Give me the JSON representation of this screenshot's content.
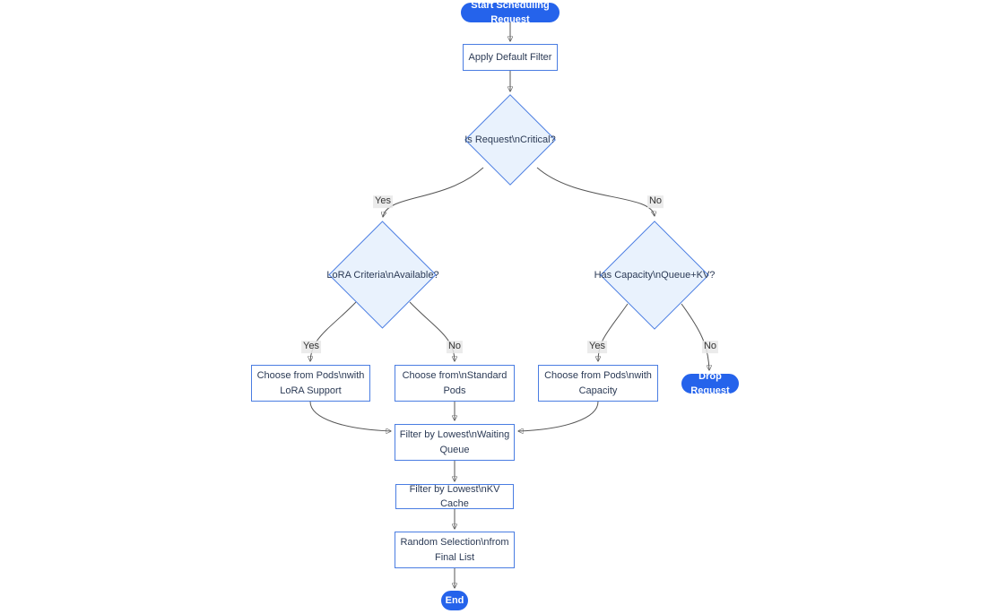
{
  "nodes": {
    "start": {
      "label": "Start Scheduling Request",
      "type": "pill"
    },
    "apply_filter": {
      "label": "Apply Default Filter",
      "type": "rect"
    },
    "is_critical": {
      "label": "Is Request\\nCritical?",
      "type": "diamond"
    },
    "lora_criteria": {
      "label": "LoRA Criteria\\nAvailable?",
      "type": "diamond"
    },
    "has_capacity": {
      "label": "Has Capacity\\nQueue+KV?",
      "type": "diamond"
    },
    "choose_lora_pods": {
      "line1": "Choose from Pods\\nwith",
      "line2": "LoRA Support",
      "type": "rect"
    },
    "choose_standard_pods": {
      "line1": "Choose from\\nStandard",
      "line2": "Pods",
      "type": "rect"
    },
    "choose_capacity_pods": {
      "line1": "Choose from Pods\\nwith",
      "line2": "Capacity",
      "type": "rect"
    },
    "drop_request": {
      "label": "Drop Request",
      "type": "pill"
    },
    "filter_waiting_queue": {
      "line1": "Filter by Lowest\\nWaiting",
      "line2": "Queue",
      "type": "rect"
    },
    "filter_kv_cache": {
      "label": "Filter by Lowest\\nKV Cache",
      "type": "rect"
    },
    "random_selection": {
      "line1": "Random Selection\\nfrom",
      "line2": "Final List",
      "type": "rect"
    },
    "end": {
      "label": "End",
      "type": "pill"
    }
  },
  "edges": [
    {
      "from": "start",
      "to": "apply_filter",
      "label": ""
    },
    {
      "from": "apply_filter",
      "to": "is_critical",
      "label": ""
    },
    {
      "from": "is_critical",
      "to": "lora_criteria",
      "label": "Yes"
    },
    {
      "from": "is_critical",
      "to": "has_capacity",
      "label": "No"
    },
    {
      "from": "lora_criteria",
      "to": "choose_lora_pods",
      "label": "Yes"
    },
    {
      "from": "lora_criteria",
      "to": "choose_standard_pods",
      "label": "No"
    },
    {
      "from": "has_capacity",
      "to": "choose_capacity_pods",
      "label": "Yes"
    },
    {
      "from": "has_capacity",
      "to": "drop_request",
      "label": "No"
    },
    {
      "from": "choose_lora_pods",
      "to": "filter_waiting_queue",
      "label": ""
    },
    {
      "from": "choose_standard_pods",
      "to": "filter_waiting_queue",
      "label": ""
    },
    {
      "from": "choose_capacity_pods",
      "to": "filter_waiting_queue",
      "label": ""
    },
    {
      "from": "filter_waiting_queue",
      "to": "filter_kv_cache",
      "label": ""
    },
    {
      "from": "filter_kv_cache",
      "to": "random_selection",
      "label": ""
    },
    {
      "from": "random_selection",
      "to": "end",
      "label": ""
    }
  ],
  "colors": {
    "pill_fill": "#2563eb",
    "node_border": "#4a7de2",
    "diamond_fill": "#e9f2fd",
    "node_fill": "#ffffff",
    "text": "#2b3a55",
    "edge": "#555555",
    "arrow": "#333333"
  }
}
